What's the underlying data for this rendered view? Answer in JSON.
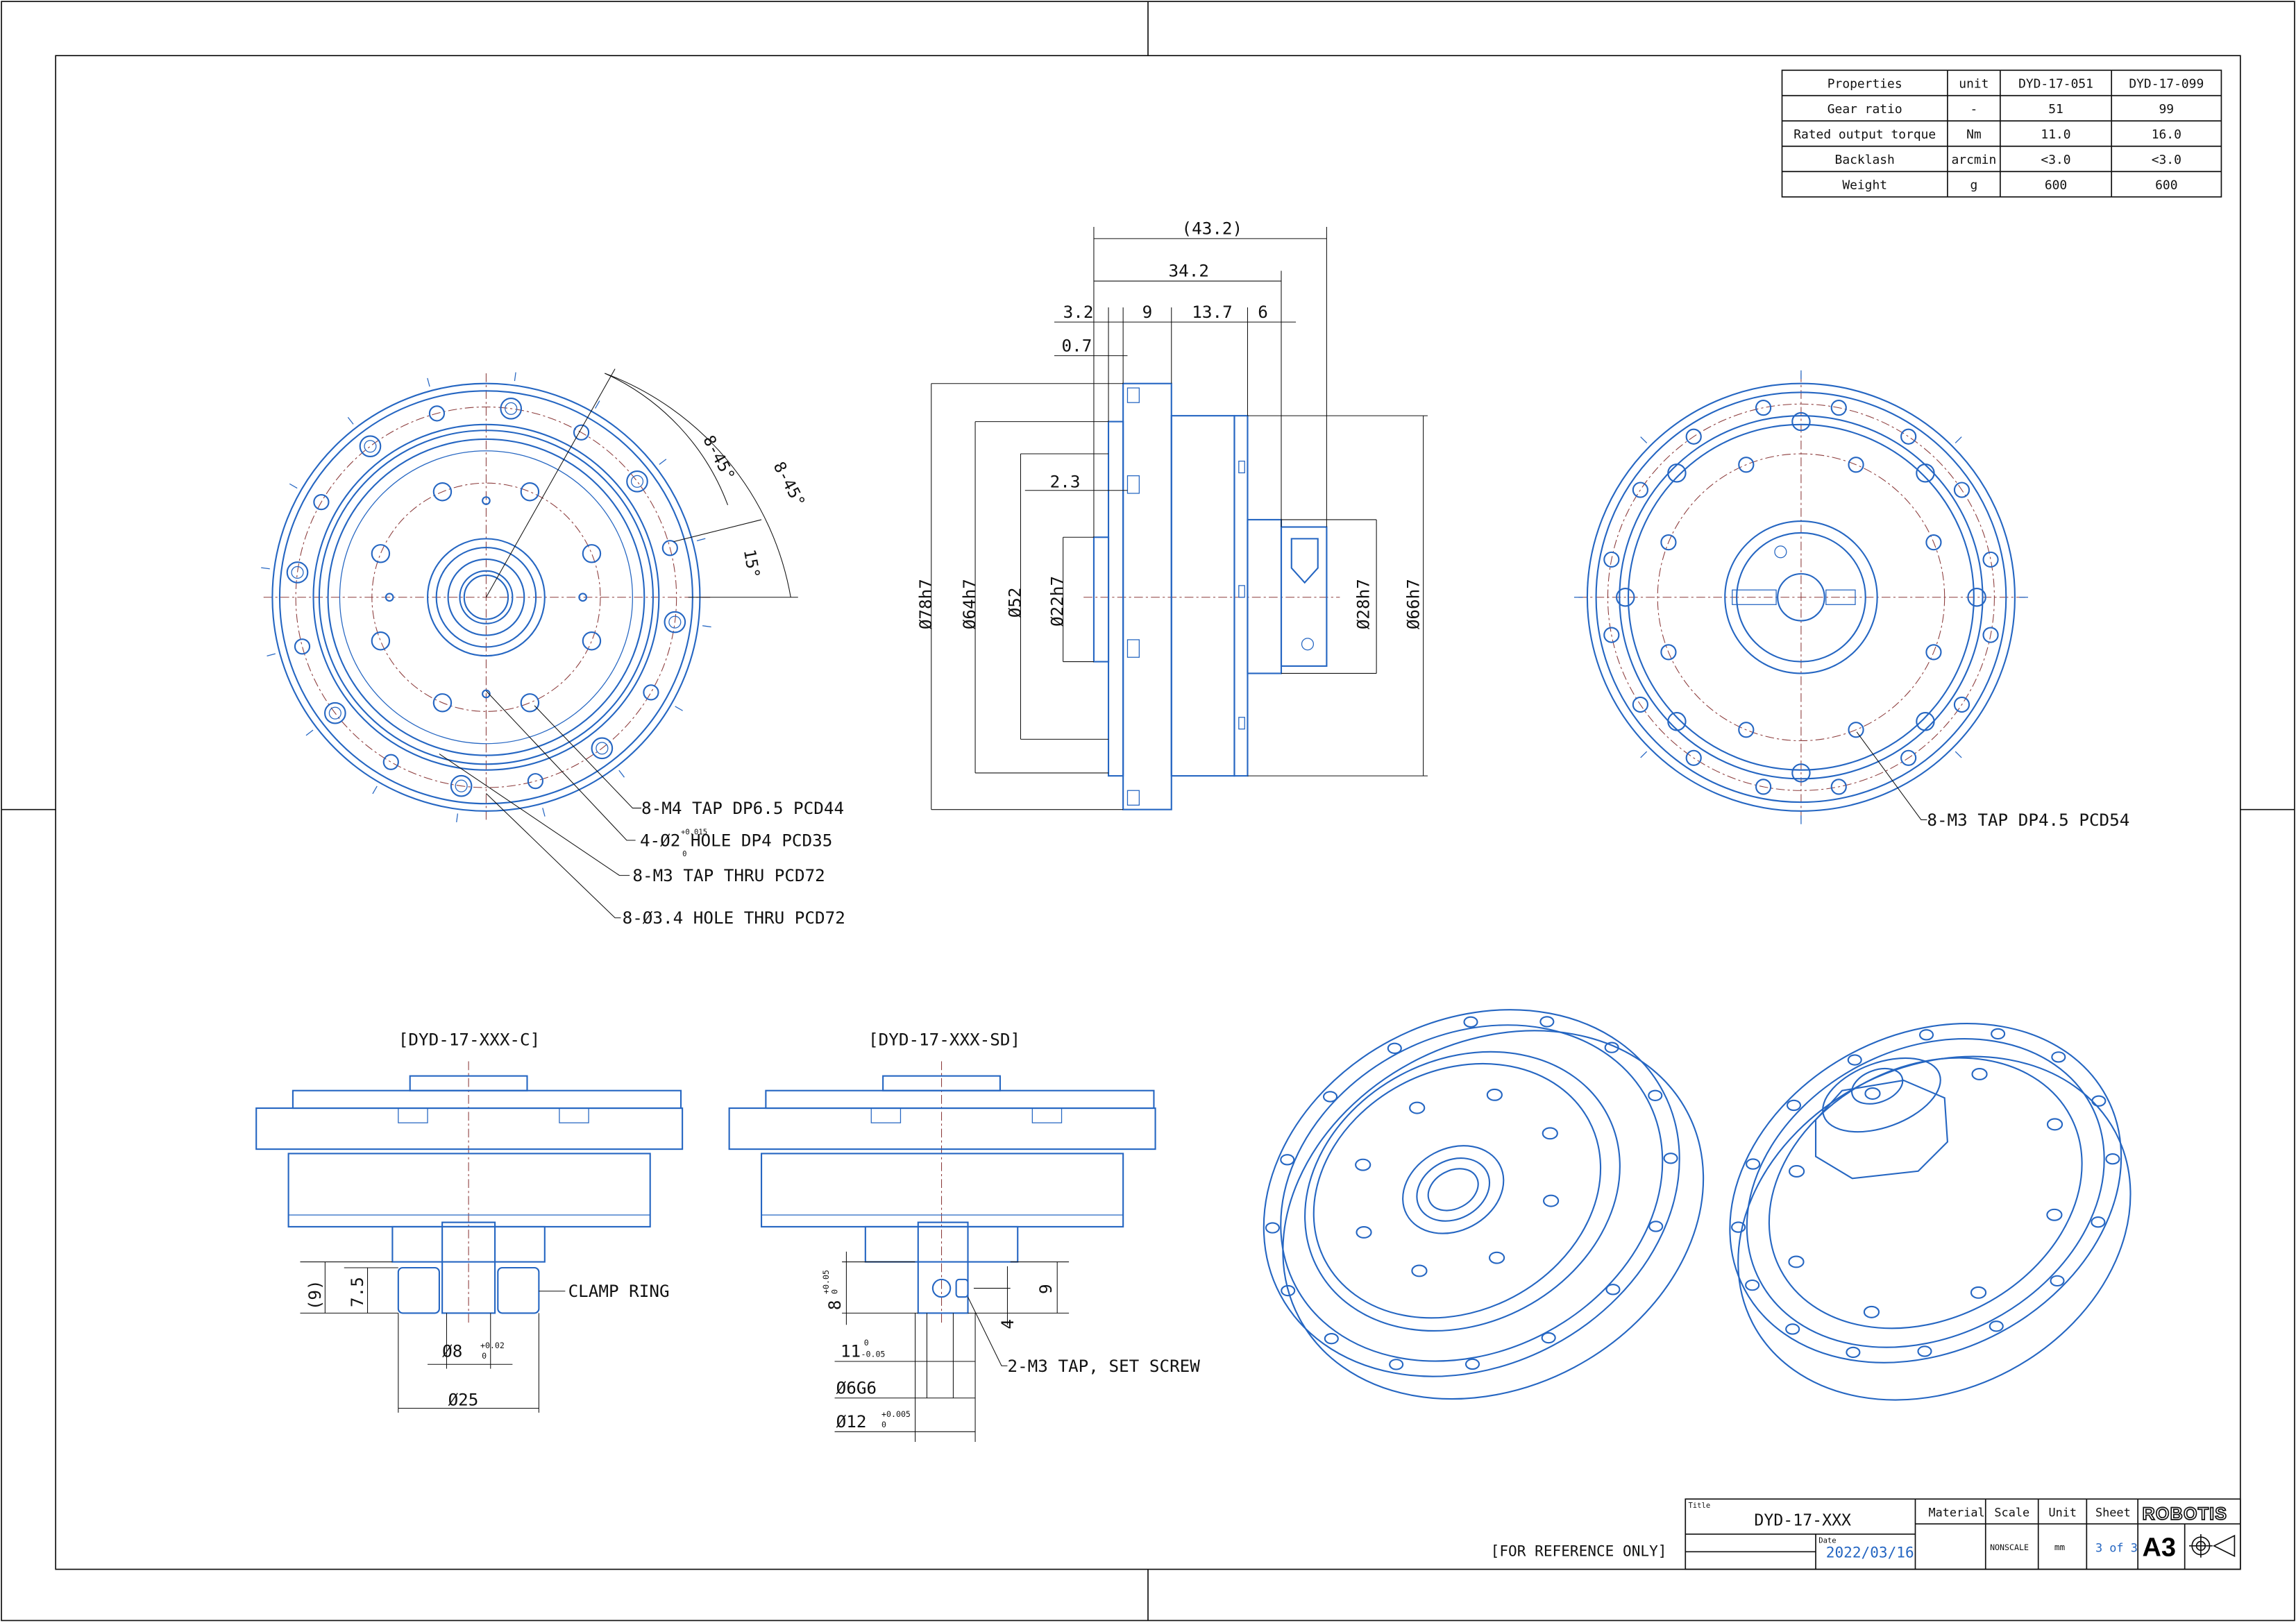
{
  "spec_table": {
    "headers": [
      "Properties",
      "unit",
      "DYD-17-051",
      "DYD-17-099"
    ],
    "rows": [
      [
        "Gear ratio",
        "-",
        "51",
        "99"
      ],
      [
        "Rated output torque",
        "Nm",
        "11.0",
        "16.0"
      ],
      [
        "Backlash",
        "arcmin",
        "<3.0",
        "<3.0"
      ],
      [
        "Weight",
        "g",
        "600",
        "600"
      ]
    ]
  },
  "front_view": {
    "angle_1": "8-45°",
    "angle_2": "8-45°",
    "angle_3": "15°",
    "callouts": [
      "8-M4 TAP DP6.5 PCD44",
      "4-Ø2 HOLE DP4 PCD35",
      "8-M3 TAP THRU PCD72",
      "8-Ø3.4 HOLE THRU PCD72"
    ],
    "callout_2_tol_upper": "+0.015",
    "callout_2_tol_lower": "0"
  },
  "side_view": {
    "overall_length": "(43.2)",
    "length_34": "34.2",
    "dim_3_2": "3.2",
    "dim_9": "9",
    "dim_13_7": "13.7",
    "dim_6": "6",
    "dim_0_7": "0.7",
    "dim_2_3": "2.3",
    "dia_78": "Ø78h7",
    "dia_64": "Ø64h7",
    "dia_52": "Ø52",
    "dia_22": "Ø22h7",
    "dia_28": "Ø28h7",
    "dia_66": "Ø66h7"
  },
  "rear_view": {
    "callout": "8-M3 TAP DP4.5 PCD54"
  },
  "variant_c": {
    "title": "[DYD-17-XXX-C]",
    "dim_9": "(9)",
    "dim_7_5": "7.5",
    "clamp_label": "CLAMP RING",
    "dia_8": "Ø8",
    "dia_8_upper": "+0.02",
    "dia_8_lower": "0",
    "dia_25": "Ø25"
  },
  "variant_sd": {
    "title": "[DYD-17-XXX-SD]",
    "dim_8": "8",
    "dim_8_upper": "+0.05",
    "dim_8_lower": "0",
    "dim_9": "9",
    "dim_4": "4",
    "dim_11": "11",
    "dim_11_upper": "0",
    "dim_11_lower": "-0.05",
    "dia_6": "Ø6G6",
    "dia_12": "Ø12",
    "dia_12_upper": "+0.005",
    "dia_12_lower": "0",
    "set_screw": "2-M3 TAP, SET SCREW"
  },
  "title_block": {
    "note": "[FOR REFERENCE ONLY]",
    "title_label": "Title",
    "title": "DYD-17-XXX",
    "date_label": "Date",
    "date": "2022/03/16",
    "material_label": "Material",
    "scale_label": "Scale",
    "unit_label": "Unit",
    "sheet_label": "Sheet",
    "scale": "NONSCALE",
    "unit": "mm",
    "sheet": "3 of 3",
    "paper_size": "A3",
    "logo": "ROBOTIS"
  },
  "colors": {
    "geometry": "#2566c2",
    "centerline": "#8b3a3a",
    "date_text": "#2566c2"
  }
}
